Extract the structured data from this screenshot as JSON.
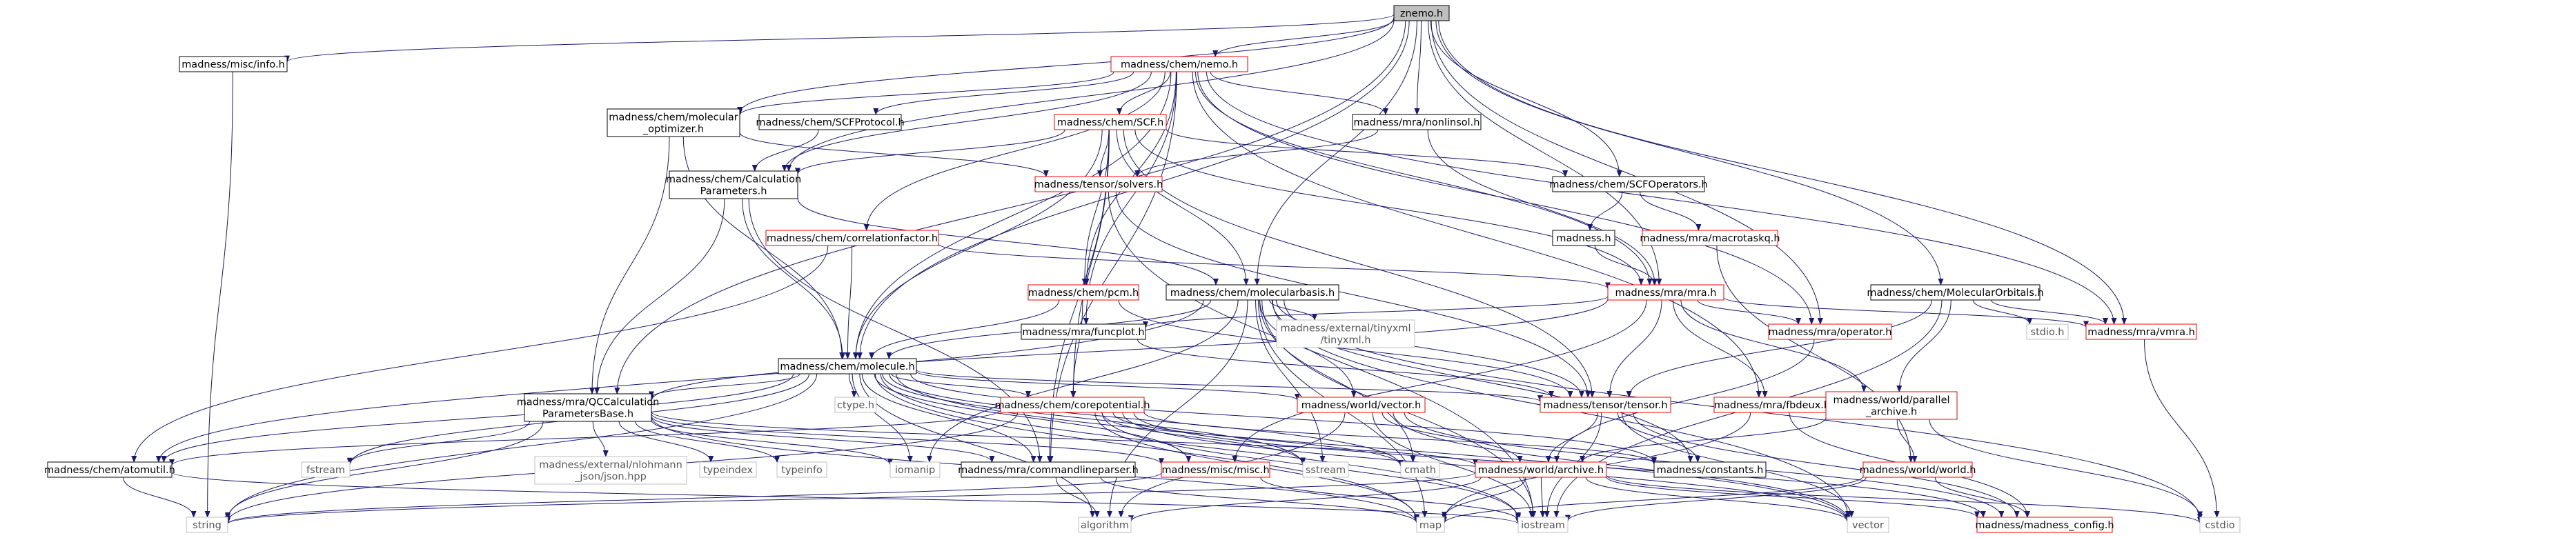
{
  "nodes": {
    "znemo": {
      "lines": [
        "znemo.h"
      ],
      "style": "root"
    },
    "info": {
      "lines": [
        "madness/misc/info.h"
      ],
      "style": "black"
    },
    "nemo": {
      "lines": [
        "madness/chem/nemo.h"
      ],
      "style": "red"
    },
    "optimizer": {
      "lines": [
        "madness/chem/molecular",
        "_optimizer.h"
      ],
      "style": "black"
    },
    "scfprotocol": {
      "lines": [
        "madness/chem/SCFProtocol.h"
      ],
      "style": "black"
    },
    "scf": {
      "lines": [
        "madness/chem/SCF.h"
      ],
      "style": "red"
    },
    "nonlinsol": {
      "lines": [
        "madness/mra/nonlinsol.h"
      ],
      "style": "black"
    },
    "calcparams": {
      "lines": [
        "madness/chem/Calculation",
        "Parameters.h"
      ],
      "style": "black"
    },
    "solvers": {
      "lines": [
        "madness/tensor/solvers.h"
      ],
      "style": "red"
    },
    "scfops": {
      "lines": [
        "madness/chem/SCFOperators.h"
      ],
      "style": "black"
    },
    "madnessh": {
      "lines": [
        "madness.h"
      ],
      "style": "black"
    },
    "macrotaskq": {
      "lines": [
        "madness/mra/macrotaskq.h"
      ],
      "style": "red"
    },
    "corrfactor": {
      "lines": [
        "madness/chem/correlationfactor.h"
      ],
      "style": "red"
    },
    "pcm": {
      "lines": [
        "madness/chem/pcm.h"
      ],
      "style": "red"
    },
    "molbasis": {
      "lines": [
        "madness/chem/molecularbasis.h"
      ],
      "style": "black"
    },
    "mra": {
      "lines": [
        "madness/mra/mra.h"
      ],
      "style": "red"
    },
    "molorbitals": {
      "lines": [
        "madness/chem/MolecularOrbitals.h"
      ],
      "style": "black"
    },
    "funcplot": {
      "lines": [
        "madness/mra/funcplot.h"
      ],
      "style": "black"
    },
    "tinyxml": {
      "lines": [
        "madness/external/tinyxml",
        "/tinyxml.h"
      ],
      "style": "gray"
    },
    "operator": {
      "lines": [
        "madness/mra/operator.h"
      ],
      "style": "red"
    },
    "stdioh": {
      "lines": [
        "stdio.h"
      ],
      "style": "gray"
    },
    "vmra": {
      "lines": [
        "madness/mra/vmra.h"
      ],
      "style": "red"
    },
    "molecule": {
      "lines": [
        "madness/chem/molecule.h"
      ],
      "style": "black"
    },
    "qccalc": {
      "lines": [
        "madness/mra/QCCalculation",
        "ParametersBase.h"
      ],
      "style": "black"
    },
    "ctype": {
      "lines": [
        "ctype.h"
      ],
      "style": "gray"
    },
    "corepot": {
      "lines": [
        "madness/chem/corepotential.h"
      ],
      "style": "red"
    },
    "vector_h": {
      "lines": [
        "madness/world/vector.h"
      ],
      "style": "red"
    },
    "tensor": {
      "lines": [
        "madness/tensor/tensor.h"
      ],
      "style": "red"
    },
    "fbdeux": {
      "lines": [
        "madness/mra/fbdeux.h"
      ],
      "style": "red"
    },
    "parallel": {
      "lines": [
        "madness/world/parallel",
        "_archive.h"
      ],
      "style": "red"
    },
    "fstream": {
      "lines": [
        "fstream"
      ],
      "style": "gray"
    },
    "nlohmann": {
      "lines": [
        "madness/external/nlohmann",
        "_json/json.hpp"
      ],
      "style": "gray"
    },
    "typeindex": {
      "lines": [
        "typeindex"
      ],
      "style": "gray"
    },
    "typeinfo": {
      "lines": [
        "typeinfo"
      ],
      "style": "gray"
    },
    "iomanip": {
      "lines": [
        "iomanip"
      ],
      "style": "gray"
    },
    "cmdparser": {
      "lines": [
        "madness/mra/commandlineparser.h"
      ],
      "style": "black"
    },
    "miscmisc": {
      "lines": [
        "madness/misc/misc.h"
      ],
      "style": "red"
    },
    "sstream": {
      "lines": [
        "sstream"
      ],
      "style": "gray"
    },
    "cmath": {
      "lines": [
        "cmath"
      ],
      "style": "gray"
    },
    "archive": {
      "lines": [
        "madness/world/archive.h"
      ],
      "style": "red"
    },
    "constants": {
      "lines": [
        "madness/constants.h"
      ],
      "style": "black"
    },
    "worldh": {
      "lines": [
        "madness/world/world.h"
      ],
      "style": "red"
    },
    "atomutil": {
      "lines": [
        "madness/chem/atomutil.h"
      ],
      "style": "black"
    },
    "string": {
      "lines": [
        "string"
      ],
      "style": "gray"
    },
    "algorithm": {
      "lines": [
        "algorithm"
      ],
      "style": "gray"
    },
    "map": {
      "lines": [
        "map"
      ],
      "style": "gray"
    },
    "iostream": {
      "lines": [
        "iostream"
      ],
      "style": "gray"
    },
    "vector": {
      "lines": [
        "vector"
      ],
      "style": "gray"
    },
    "config": {
      "lines": [
        "madness/madness_config.h"
      ],
      "style": "red"
    },
    "cstdio": {
      "lines": [
        "cstdio"
      ],
      "style": "gray"
    }
  },
  "edges": [
    [
      "znemo",
      "info"
    ],
    [
      "znemo",
      "nemo"
    ],
    [
      "znemo",
      "optimizer"
    ],
    [
      "znemo",
      "calcparams"
    ],
    [
      "znemo",
      "nonlinsol"
    ],
    [
      "znemo",
      "scfops"
    ],
    [
      "znemo",
      "mra"
    ],
    [
      "znemo",
      "molorbitals"
    ],
    [
      "znemo",
      "vmra"
    ],
    [
      "znemo",
      "operator"
    ],
    [
      "znemo",
      "molecule"
    ],
    [
      "znemo",
      "qccalc"
    ],
    [
      "znemo",
      "molbasis"
    ],
    [
      "info",
      "string"
    ],
    [
      "nemo",
      "optimizer"
    ],
    [
      "nemo",
      "scfprotocol"
    ],
    [
      "nemo",
      "scf"
    ],
    [
      "nemo",
      "nonlinsol"
    ],
    [
      "nemo",
      "calcparams"
    ],
    [
      "nemo",
      "corrfactor"
    ],
    [
      "nemo",
      "pcm"
    ],
    [
      "nemo",
      "mra"
    ],
    [
      "nemo",
      "operator"
    ],
    [
      "nemo",
      "vmra"
    ],
    [
      "nemo",
      "funcplot"
    ],
    [
      "nemo",
      "cmdparser"
    ],
    [
      "nemo",
      "fbdeux"
    ],
    [
      "nemo",
      "molecule"
    ],
    [
      "optimizer",
      "solvers"
    ],
    [
      "optimizer",
      "molecule"
    ],
    [
      "optimizer",
      "qccalc"
    ],
    [
      "scfprotocol",
      "calcparams"
    ],
    [
      "scf",
      "calcparams"
    ],
    [
      "scf",
      "solvers"
    ],
    [
      "scf",
      "scfops"
    ],
    [
      "scf",
      "pcm"
    ],
    [
      "scf",
      "molbasis"
    ],
    [
      "scf",
      "mra"
    ],
    [
      "scf",
      "molecule"
    ],
    [
      "scf",
      "cmdparser"
    ],
    [
      "scf",
      "corepot"
    ],
    [
      "scf",
      "tensor"
    ],
    [
      "nonlinsol",
      "solvers"
    ],
    [
      "nonlinsol",
      "mra"
    ],
    [
      "calcparams",
      "molecule"
    ],
    [
      "calcparams",
      "qccalc"
    ],
    [
      "calcparams",
      "cmdparser"
    ],
    [
      "calcparams",
      "molbasis"
    ],
    [
      "solvers",
      "tensor"
    ],
    [
      "solvers",
      "iostream"
    ],
    [
      "scfops",
      "madnessh"
    ],
    [
      "scfops",
      "macrotaskq"
    ],
    [
      "madnessh",
      "mra"
    ],
    [
      "macrotaskq",
      "worldh"
    ],
    [
      "corrfactor",
      "mra"
    ],
    [
      "corrfactor",
      "molecule"
    ],
    [
      "corrfactor",
      "atomutil"
    ],
    [
      "pcm",
      "molecule"
    ],
    [
      "pcm",
      "tensor"
    ],
    [
      "pcm",
      "corepot"
    ],
    [
      "molbasis",
      "molecule"
    ],
    [
      "molbasis",
      "tinyxml"
    ],
    [
      "molbasis",
      "tensor"
    ],
    [
      "molbasis",
      "vector_h"
    ],
    [
      "molbasis",
      "iomanip"
    ],
    [
      "molbasis",
      "algorithm"
    ],
    [
      "molbasis",
      "cstdio"
    ],
    [
      "molbasis",
      "cmath"
    ],
    [
      "molbasis",
      "map"
    ],
    [
      "molbasis",
      "iostream"
    ],
    [
      "molbasis",
      "vector"
    ],
    [
      "molbasis",
      "sstream"
    ],
    [
      "molbasis",
      "constants"
    ],
    [
      "molbasis",
      "atomutil"
    ],
    [
      "mra",
      "funcplot"
    ],
    [
      "mra",
      "operator"
    ],
    [
      "mra",
      "vmra"
    ],
    [
      "mra",
      "tensor"
    ],
    [
      "mra",
      "fbdeux"
    ],
    [
      "mra",
      "parallel"
    ],
    [
      "mra",
      "miscmisc"
    ],
    [
      "mra",
      "qccalc"
    ],
    [
      "molorbitals",
      "vmra"
    ],
    [
      "molorbitals",
      "stdioh"
    ],
    [
      "molorbitals",
      "tensor"
    ],
    [
      "molorbitals",
      "parallel"
    ],
    [
      "molorbitals",
      "iostream"
    ],
    [
      "funcplot",
      "tensor"
    ],
    [
      "operator",
      "archive"
    ],
    [
      "vmra",
      "cstdio"
    ],
    [
      "molecule",
      "qccalc"
    ],
    [
      "molecule",
      "ctype"
    ],
    [
      "molecule",
      "corepot"
    ],
    [
      "molecule",
      "vector_h"
    ],
    [
      "molecule",
      "tensor"
    ],
    [
      "molecule",
      "fstream"
    ],
    [
      "molecule",
      "string"
    ],
    [
      "molecule",
      "iomanip"
    ],
    [
      "molecule",
      "algorithm"
    ],
    [
      "molecule",
      "cmdparser"
    ],
    [
      "molecule",
      "miscmisc"
    ],
    [
      "molecule",
      "sstream"
    ],
    [
      "molecule",
      "atomutil"
    ],
    [
      "molecule",
      "constants"
    ],
    [
      "molecule",
      "iostream"
    ],
    [
      "molecule",
      "vector"
    ],
    [
      "molecule",
      "map"
    ],
    [
      "molecule",
      "cmath"
    ],
    [
      "qccalc",
      "fstream"
    ],
    [
      "qccalc",
      "nlohmann"
    ],
    [
      "qccalc",
      "typeindex"
    ],
    [
      "qccalc",
      "typeinfo"
    ],
    [
      "qccalc",
      "iomanip"
    ],
    [
      "qccalc",
      "cmdparser"
    ],
    [
      "qccalc",
      "miscmisc"
    ],
    [
      "qccalc",
      "archive"
    ],
    [
      "qccalc",
      "string"
    ],
    [
      "qccalc",
      "map"
    ],
    [
      "corepot",
      "sstream"
    ],
    [
      "corepot",
      "cmath"
    ],
    [
      "corepot",
      "map"
    ],
    [
      "corepot",
      "iostream"
    ],
    [
      "corepot",
      "vector"
    ],
    [
      "corepot",
      "constants"
    ],
    [
      "corepot",
      "atomutil"
    ],
    [
      "corepot",
      "string"
    ],
    [
      "corepot",
      "config"
    ],
    [
      "vector_h",
      "archive"
    ],
    [
      "vector_h",
      "vector"
    ],
    [
      "vector_h",
      "iostream"
    ],
    [
      "vector_h",
      "algorithm"
    ],
    [
      "vector_h",
      "config"
    ],
    [
      "tensor",
      "archive"
    ],
    [
      "tensor",
      "iostream"
    ],
    [
      "tensor",
      "vector"
    ],
    [
      "tensor",
      "config"
    ],
    [
      "tensor",
      "constants"
    ],
    [
      "fbdeux",
      "config"
    ],
    [
      "fbdeux",
      "map"
    ],
    [
      "parallel",
      "archive"
    ],
    [
      "parallel",
      "worldh"
    ],
    [
      "parallel",
      "cstdio"
    ],
    [
      "cmdparser",
      "algorithm"
    ],
    [
      "cmdparser",
      "map"
    ],
    [
      "miscmisc",
      "string"
    ],
    [
      "miscmisc",
      "iostream"
    ],
    [
      "archive",
      "iostream"
    ],
    [
      "archive",
      "vector"
    ],
    [
      "archive",
      "cstdio"
    ],
    [
      "archive",
      "map"
    ],
    [
      "archive",
      "algorithm"
    ],
    [
      "archive",
      "config"
    ],
    [
      "archive",
      "string"
    ],
    [
      "worldh",
      "config"
    ],
    [
      "worldh",
      "map"
    ],
    [
      "worldh",
      "iostream"
    ],
    [
      "atomutil",
      "string"
    ],
    [
      "atomutil",
      "iostream"
    ]
  ],
  "colors": {
    "edge": "#191970",
    "red_border": "#ff0000",
    "black_border": "#000000",
    "gray_border": "#bfbfbf",
    "root_fill": "#bfbfbf",
    "red_text": "#000000"
  }
}
